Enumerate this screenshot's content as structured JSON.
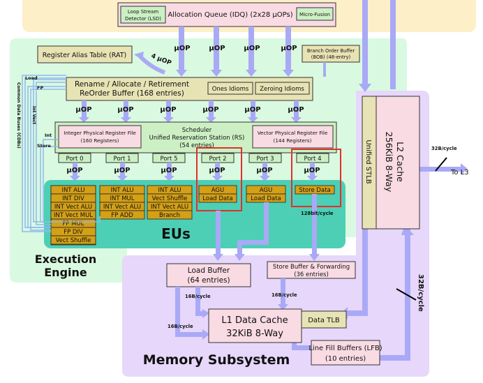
{
  "idq": {
    "lsd": [
      "Loop Stream",
      "Detector (LSD)"
    ],
    "title": "Allocation Queue (IDQ) (2x28 µOPs)",
    "micro_fusion": "Micro-Fusion"
  },
  "rat": "Register Alias Table (RAT)",
  "bob": [
    "Branch Order Buffer",
    "(BOB) (48-entry)"
  ],
  "four_uop": "4 µOP",
  "uop": "µOP",
  "rob": {
    "line1": "Rename / Allocate / Retirement",
    "line2": "ReOrder Buffer (168 entries)",
    "ones": "Ones Idioms",
    "zeroing": "Zeroing Idioms"
  },
  "scheduler": {
    "int_prf": [
      "Integer Physical Register File",
      "(160 Registers)"
    ],
    "rs": [
      "Scheduler",
      "Unified Reservation Station (RS)",
      "(54 entries)"
    ],
    "vec_prf": [
      "Vector Physical Register File",
      "(144 Registers)"
    ]
  },
  "ports": [
    "Port 0",
    "Port 1",
    "Port 5",
    "Port 2",
    "Port 3",
    "Port 4"
  ],
  "eus": {
    "port0": [
      "INT ALU",
      "INT DIV",
      "INT Vect ALU",
      "INT Vect MUL",
      "FP MUL",
      "FP DIV",
      "Vect Shuffle"
    ],
    "port1": [
      "INT ALU",
      "INT MUL",
      "INT Vect ALU",
      "FP ADD"
    ],
    "port5": [
      "INT ALU",
      "Vect Shuffle",
      "INT Vect ALU",
      "Branch"
    ],
    "port2": [
      "AGU",
      "Load Data"
    ],
    "port3": [
      "AGU",
      "Load Data"
    ],
    "port4": [
      "Store Data"
    ],
    "label": "EUs"
  },
  "execution_engine": [
    "Execution",
    "Engine"
  ],
  "cdb": {
    "title": "Common Data Buses (CDBs)",
    "load": "Load",
    "fp": "FP",
    "int_vect": "Int Vect",
    "int": "Int",
    "store": "Store"
  },
  "memory": {
    "load_buffer": [
      "Load Buffer",
      "(64 entries)"
    ],
    "store_buffer": [
      "Store Buffer & Forwarding",
      "(36 entries)"
    ],
    "l1": [
      "L1 Data Cache",
      "32KiB 8-Way"
    ],
    "dtlb": "Data TLB",
    "lfb": [
      "Line Fill Buffers (LFB)",
      "(10 entries)"
    ],
    "title": "Memory Subsystem",
    "bw_128": "128bit/cycle",
    "bw_16a": "16B/cycle",
    "bw_16b": "16B/cycle",
    "bw_16c": "16B/cycle"
  },
  "stlb": "Unified STLB",
  "l2": [
    "L2 Cache",
    "256KiB 8-Way"
  ],
  "l2_bw": "32B/cycle",
  "l3_bw": "32B/cycle",
  "to_l3": "To L3",
  "colors": {
    "frontend": "#fdf0c8",
    "engine": "#d9f9e0",
    "memory": "#e6d7fb",
    "arrow": "#a9a9f6",
    "eu_fill": "#d4a017",
    "khaki": "#e8e3b4",
    "pink": "#f9dbe4",
    "teal": "#4dcfb5",
    "highlight": "#e0302a"
  }
}
